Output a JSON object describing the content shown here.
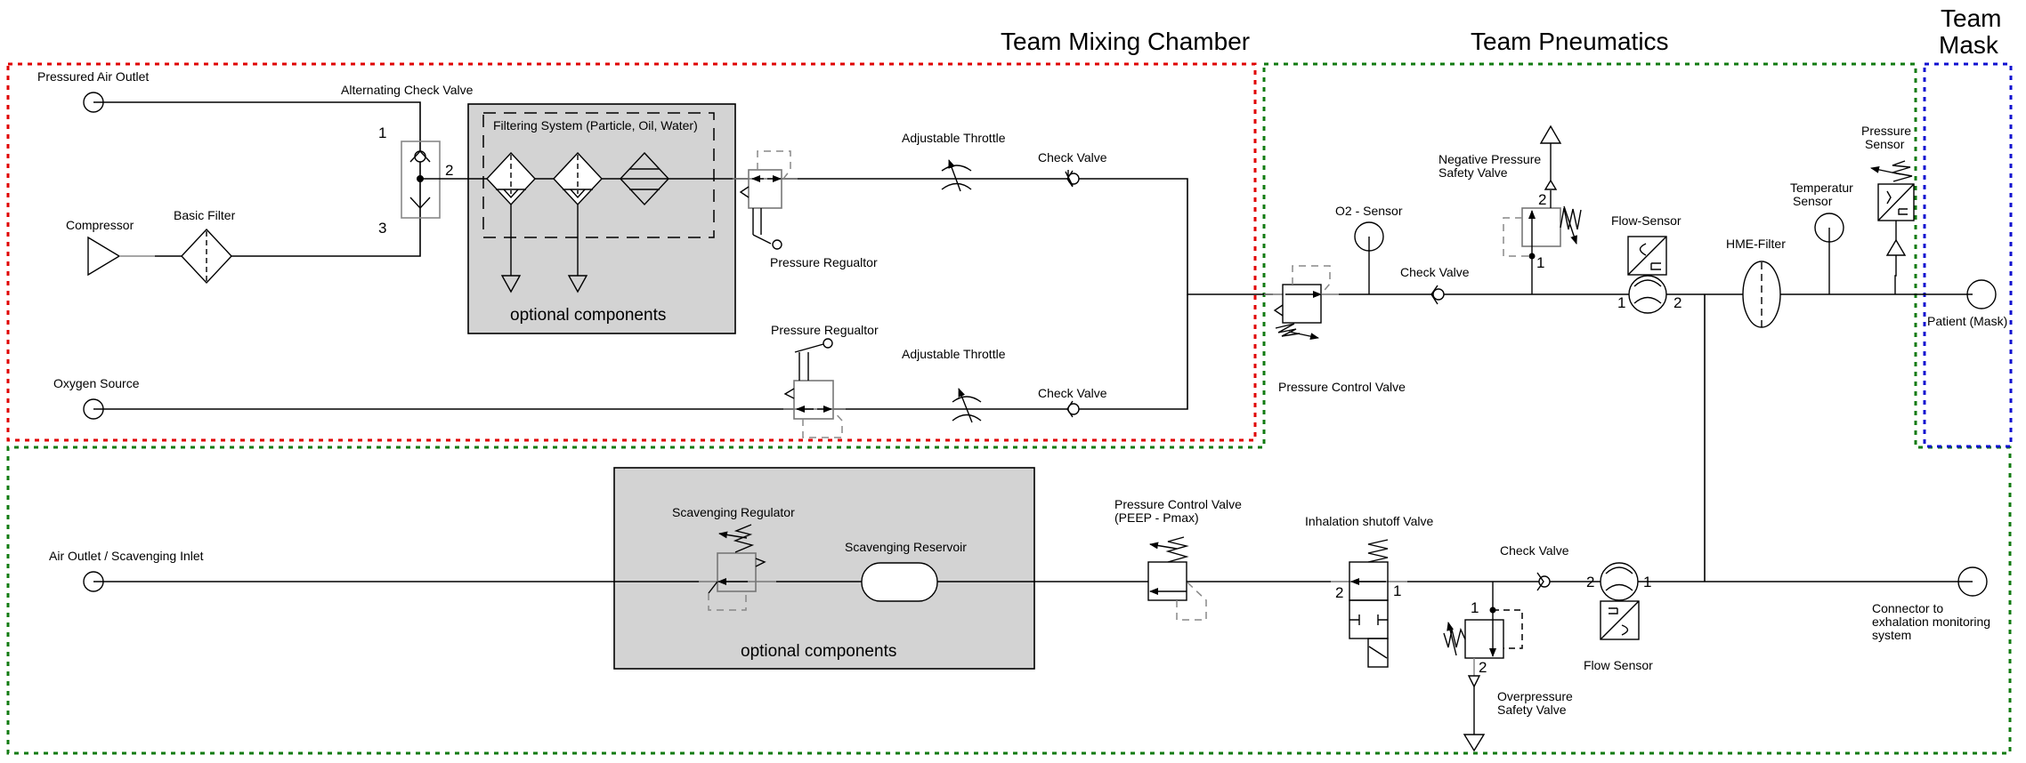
{
  "zones": {
    "mixing_chamber": {
      "title": "Team Mixing Chamber",
      "color": "#e00000"
    },
    "pneumatics": {
      "title": "Team Pneumatics",
      "color": "#127b12"
    },
    "mask": {
      "title_line1": "Team",
      "title_line2": "Mask",
      "color": "#1010d0"
    }
  },
  "mixing": {
    "pressured_air_outlet": "Pressured Air Outlet",
    "alternating_check_valve": "Alternating Check Valve",
    "port_1": "1",
    "port_2": "2",
    "port_3": "3",
    "compressor": "Compressor",
    "basic_filter": "Basic Filter",
    "filtering_system": "Filtering System (Particle, Oil, Water)",
    "optional_components": "optional components",
    "pressure_regulator_top": "Pressure Regualtor",
    "pressure_regulator_bottom": "Pressure Regualtor",
    "adjustable_throttle_top": "Adjustable Throttle",
    "adjustable_throttle_bottom": "Adjustable Throttle",
    "check_valve_top": "Check Valve",
    "check_valve_bottom": "Check Valve",
    "oxygen_source": "Oxygen Source"
  },
  "pneumatics": {
    "o2_sensor": "O2 - Sensor",
    "pressure_control_valve": "Pressure Control Valve",
    "check_valve": "Check Valve",
    "negative_pressure_line1": "Negative Pressure",
    "negative_pressure_line2": "Safety Valve",
    "np_port_1": "1",
    "np_port_2": "2",
    "flow_sensor": "Flow-Sensor",
    "flow_port_1": "1",
    "flow_port_2": "2",
    "hme_filter": "HME-Filter",
    "temperature_line1": "Temperatur",
    "temperature_line2": "Sensor",
    "pressure_sensor_line1": "Pressure",
    "pressure_sensor_line2": "Sensor",
    "patient_mask": "Patient (Mask)"
  },
  "exhalation": {
    "air_outlet": "Air Outlet / Scavenging Inlet",
    "scavenging_regulator": "Scavenging Regulator",
    "scavenging_reservoir": "Scavenging Reservoir",
    "optional_components": "optional components",
    "pcv_line1": "Pressure Control Valve",
    "pcv_line2": "(PEEP - Pmax)",
    "inhalation_shutoff": "Inhalation shutoff Valve",
    "shutoff_port_2": "2",
    "shutoff_port_1": "1",
    "check_valve": "Check Valve",
    "flow_port_2": "2",
    "flow_port_1": "1",
    "flow_sensor": "Flow Sensor",
    "op_port_1": "1",
    "op_port_2": "2",
    "overpressure_line1": "Overpressure",
    "overpressure_line2": "Safety Valve",
    "connector_line1": "Connector to",
    "connector_line2": "exhalation monitoring",
    "connector_line3": "system"
  }
}
